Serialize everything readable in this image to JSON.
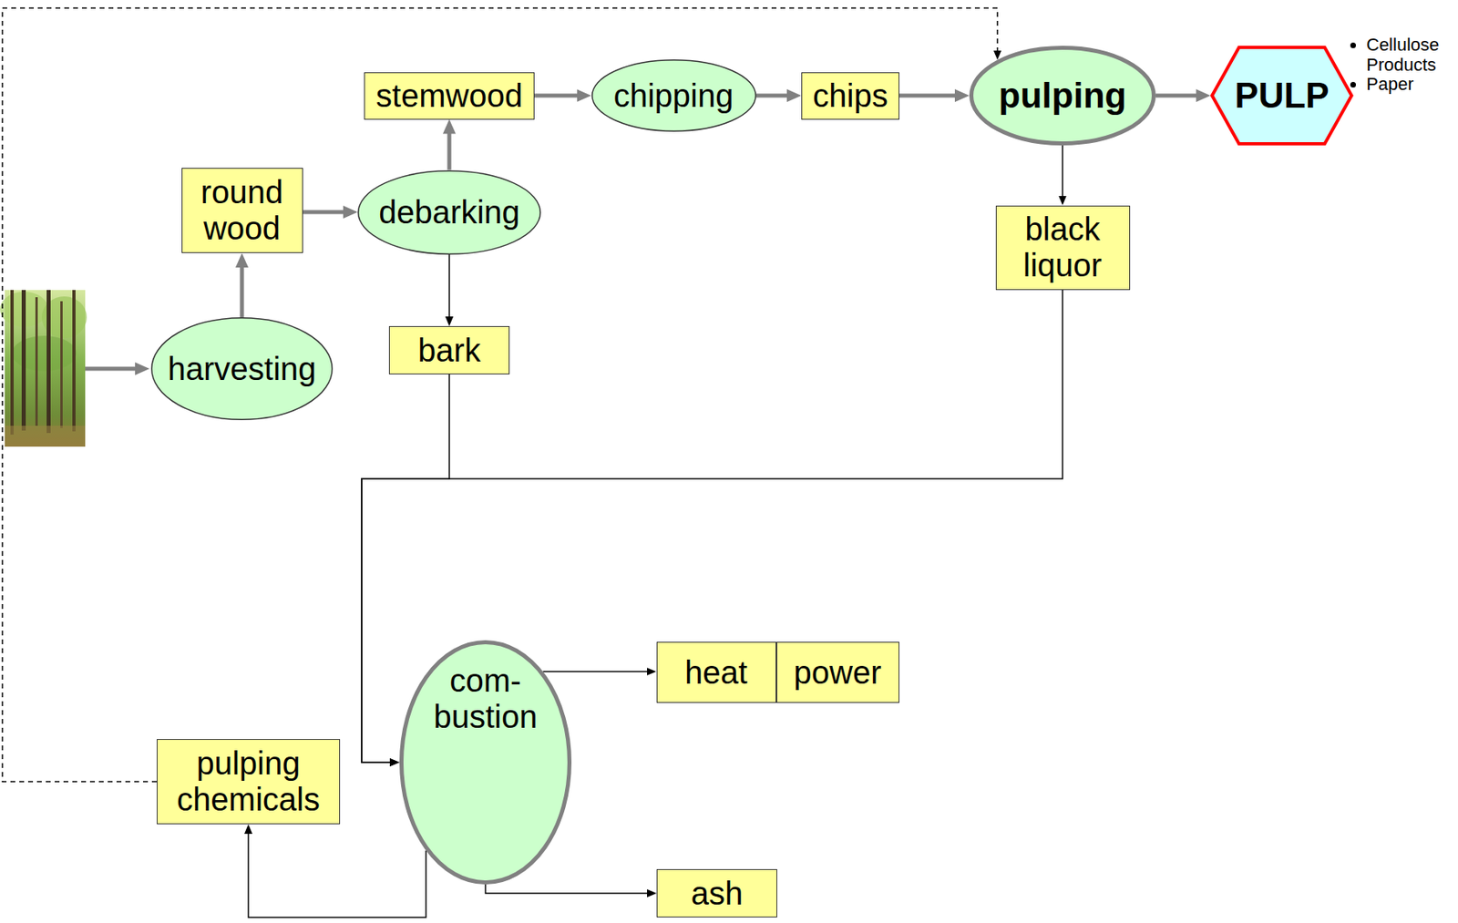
{
  "diagram": {
    "nodes": [
      {
        "text": [
          "stemwood"
        ]
      },
      {
        "text": [
          "chipping"
        ]
      },
      {
        "text": [
          "chips"
        ]
      },
      {
        "text": [
          "pulping"
        ]
      },
      {
        "text": [
          "PULP"
        ]
      },
      {
        "text": [
          "round wood"
        ]
      },
      {
        "text": [
          "debarking"
        ]
      },
      {
        "text": [
          "black liquor"
        ]
      },
      {
        "text": [
          "harvesting"
        ]
      },
      {
        "text": [
          "bark"
        ]
      },
      {
        "text": [
          "com- bustion"
        ]
      },
      {
        "text": [
          "heat"
        ]
      },
      {
        "text": [
          "power"
        ]
      },
      {
        "text": [
          "pulping chemicals"
        ]
      },
      {
        "text": [
          "ash"
        ]
      }
    ],
    "edges": [
      {
        "from": 8,
        "to": 5,
        "arrow": "to"
      },
      {
        "from": 5,
        "to": 6,
        "arrow": "to"
      },
      {
        "from": 6,
        "to": 0,
        "arrow": "to"
      },
      {
        "from": 0,
        "to": 1,
        "arrow": "to"
      },
      {
        "from": 1,
        "to": 2,
        "arrow": "to"
      },
      {
        "from": 2,
        "to": 3,
        "arrow": "to"
      },
      {
        "from": 3,
        "to": 4,
        "arrow": "to"
      },
      {
        "from": 6,
        "to": 9,
        "arrow": "to"
      },
      {
        "from": 3,
        "to": 7,
        "arrow": "to"
      },
      {
        "from": 9,
        "to": 10,
        "arrow": "to"
      },
      {
        "from": 7,
        "to": 10,
        "arrow": "to"
      },
      {
        "from": 10,
        "to": 11,
        "arrow": "to"
      },
      {
        "from": 10,
        "to": 14,
        "arrow": "to"
      },
      {
        "from": 10,
        "to": 13,
        "arrow": "to"
      },
      {
        "from": 13,
        "to": 3,
        "arrow": "to"
      }
    ],
    "labels": [
      "Cellulose Products",
      "Paper"
    ]
  }
}
